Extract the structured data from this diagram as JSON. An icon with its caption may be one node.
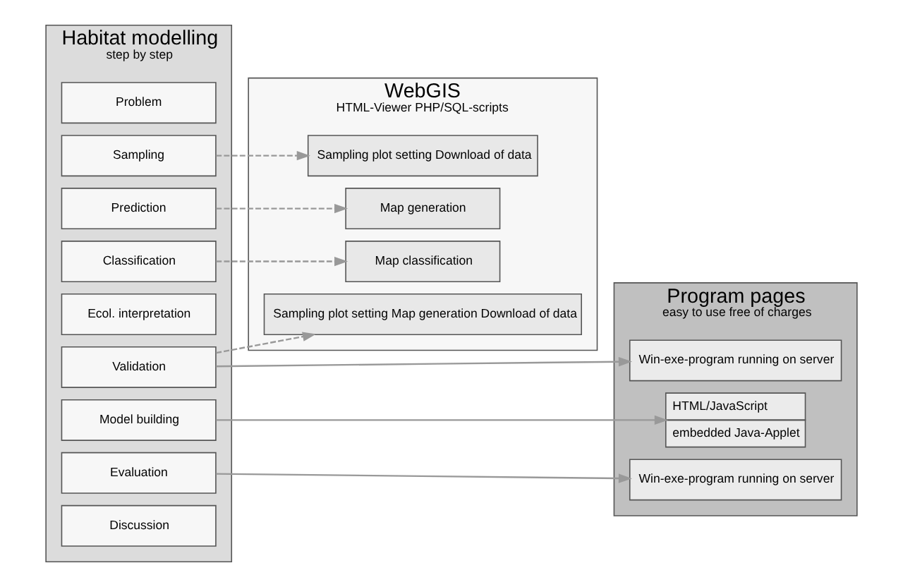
{
  "diagram": {
    "nodes": [
      {
        "text": [
          "Habitat modelling",
          "step by step"
        ]
      },
      {
        "text": [
          "Problem"
        ],
        "in": 0
      },
      {
        "text": [
          "Sampling"
        ],
        "in": 0
      },
      {
        "text": [
          "Model building"
        ],
        "in": 0
      },
      {
        "text": [
          "Evaluation"
        ],
        "in": 0
      },
      {
        "text": [
          "Ecol. interpretation"
        ],
        "in": 0
      },
      {
        "text": [
          "Prediction"
        ],
        "in": 0
      },
      {
        "text": [
          "Classification"
        ],
        "in": 0
      },
      {
        "text": [
          "Validation"
        ],
        "in": 0
      },
      {
        "text": [
          "Discussion"
        ],
        "in": 0
      },
      {
        "text": [
          "WebGIS",
          "HTML-Viewer PHP/SQL-scripts"
        ]
      },
      {
        "text": [
          "Sampling plot setting Download of data"
        ],
        "in": 10
      },
      {
        "text": [
          "Map generation"
        ],
        "in": 10
      },
      {
        "text": [
          "Map classification"
        ],
        "in": 10
      },
      {
        "text": [
          "Sampling plot setting Map generation Download of data"
        ],
        "in": 10
      },
      {
        "text": [
          "Program pages",
          "easy to use free of charges"
        ]
      },
      {
        "text": [
          "HTML/JavaScript",
          "embedded Java-Applet"
        ],
        "in": 15
      },
      {
        "text": [
          "Win-exe-program running on server"
        ],
        "in": 15
      },
      {
        "text": [
          "Win-exe-program running on server"
        ],
        "in": 15
      }
    ],
    "edges": [
      {
        "from": 2,
        "to": 11,
        "arrow": "to",
        "style": "dashed"
      },
      {
        "from": 3,
        "to": 16,
        "arrow": "to"
      },
      {
        "from": 4,
        "to": 17,
        "arrow": "to"
      },
      {
        "from": 6,
        "to": 12,
        "arrow": "to",
        "style": "dashed"
      },
      {
        "from": 7,
        "to": 13,
        "arrow": "to",
        "style": "dashed"
      },
      {
        "from": 8,
        "to": 14,
        "arrow": "to",
        "style": "dashed"
      },
      {
        "from": 8,
        "to": 18,
        "arrow": "to"
      }
    ]
  }
}
